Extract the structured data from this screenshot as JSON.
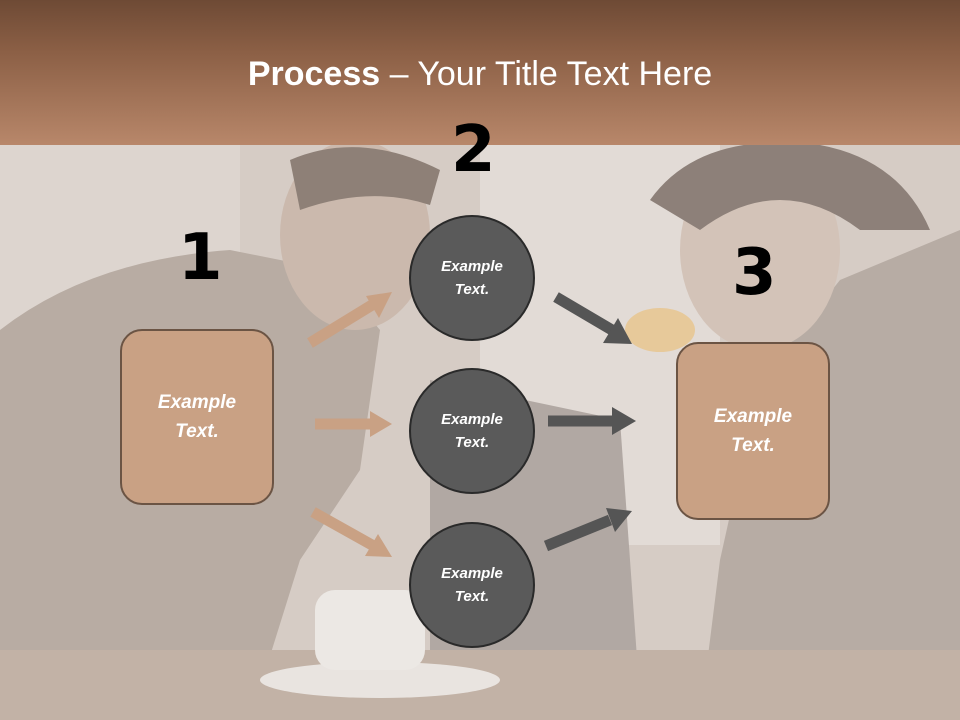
{
  "title": {
    "bold": "Process",
    "rest": " – Your Title Text Here"
  },
  "steps": [
    {
      "number": "1",
      "box_text": "Example\nText."
    },
    {
      "number": "2",
      "circles": [
        "Example\nText.",
        "Example\nText.",
        "Example\nText."
      ]
    },
    {
      "number": "3",
      "box_text": "Example\nText."
    }
  ],
  "colors": {
    "header": "#8b5f45",
    "box_fill": "#c9a184",
    "circle_fill": "#5a5a5a",
    "arrow_left": "#c9a184",
    "arrow_right": "#555555"
  }
}
